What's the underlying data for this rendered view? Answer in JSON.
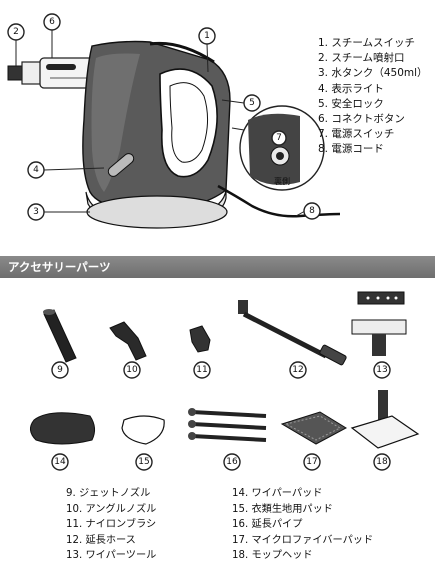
{
  "main_parts": [
    {
      "no": "1",
      "label": "1.  スチームスイッチ"
    },
    {
      "no": "2",
      "label": "2.  スチーム噴射口"
    },
    {
      "no": "3",
      "label": "3.  水タンク（450ml）"
    },
    {
      "no": "4",
      "label": "4.  表示ライト"
    },
    {
      "no": "5",
      "label": "5.  安全ロック"
    },
    {
      "no": "6",
      "label": "6.  コネクトボタン"
    },
    {
      "no": "7",
      "label": "7.  電源スイッチ"
    },
    {
      "no": "8",
      "label": "8.  電源コード"
    }
  ],
  "diagram": {
    "callouts": [
      "1",
      "2",
      "3",
      "4",
      "5",
      "6",
      "7",
      "8"
    ],
    "back_label": "裏側"
  },
  "accessories_header": "アクセサリーパーツ",
  "accessory_callouts": [
    "9",
    "10",
    "11",
    "12",
    "13",
    "14",
    "15",
    "16",
    "17",
    "18"
  ],
  "accessory_list_left": [
    {
      "label": "9.  ジェットノズル"
    },
    {
      "label": "10.  アングルノズル"
    },
    {
      "label": "11.  ナイロンブラシ"
    },
    {
      "label": "12.  延長ホース"
    },
    {
      "label": "13.  ワイパーツール"
    }
  ],
  "accessory_list_right": [
    {
      "label": "14.  ワイパーパッド"
    },
    {
      "label": "15.  衣類生地用パッド"
    },
    {
      "label": "16.  延長パイプ"
    },
    {
      "label": "17.  マイクロファイバーパッド"
    },
    {
      "label": "18.  モップヘッド"
    }
  ]
}
